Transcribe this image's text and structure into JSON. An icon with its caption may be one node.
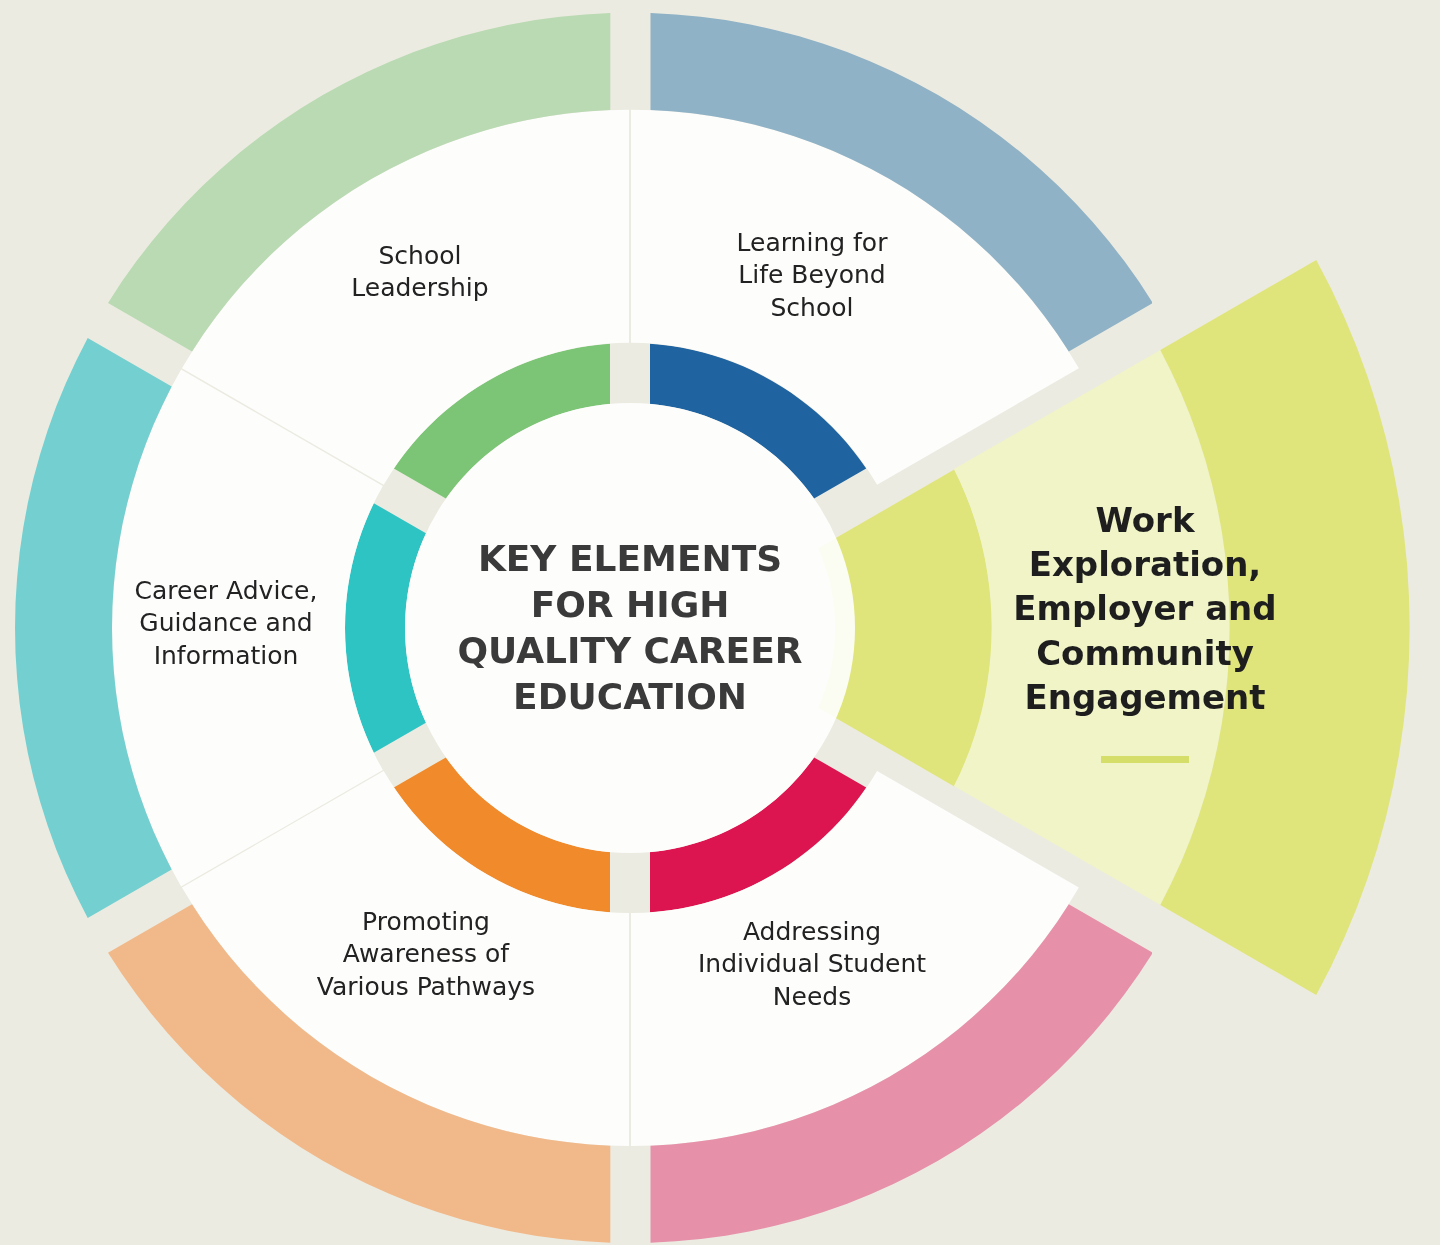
{
  "diagram": {
    "nodes": [
      {
        "text": [
          "KEY ELEMENTS FOR HIGH QUALITY CAREER EDUCATION"
        ]
      },
      {
        "text": [
          "School Leadership"
        ]
      },
      {
        "text": [
          "Learning for Life Beyond School"
        ]
      },
      {
        "text": [
          "Career Advice, Guidance and Information"
        ]
      },
      {
        "text": [
          "Work Exploration, Employer and Community Engagement"
        ]
      },
      {
        "text": [
          "Promoting Awareness of Various Pathways"
        ]
      },
      {
        "text": [
          "Addressing Individual Student Needs"
        ]
      }
    ]
  }
}
